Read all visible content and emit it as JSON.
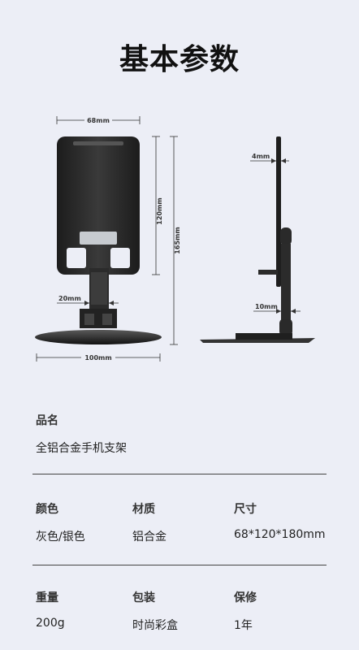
{
  "header": {
    "title": "基本参数"
  },
  "diagram": {
    "front": {
      "width_label": "68mm",
      "panel_height_label": "120mm",
      "total_height_label": "165mm",
      "stem_label": "20mm",
      "base_label": "100mm"
    },
    "side": {
      "thickness_label": "4mm",
      "stem_label": "10mm"
    }
  },
  "specs": {
    "name": {
      "label": "品名",
      "value": "全铝合金手机支架"
    },
    "row1": [
      {
        "label": "颜色",
        "value": "灰色/银色"
      },
      {
        "label": "材质",
        "value": "铝合金"
      },
      {
        "label": "尺寸",
        "value": "68*120*180mm"
      }
    ],
    "row2": [
      {
        "label": "重量",
        "value": "200g"
      },
      {
        "label": "包装",
        "value": "时尚彩盒"
      },
      {
        "label": "保修",
        "value": "1年"
      }
    ]
  },
  "colors": {
    "background": "#eceef6",
    "product": "#2a2a2a",
    "accent": "#bfc3c8"
  }
}
